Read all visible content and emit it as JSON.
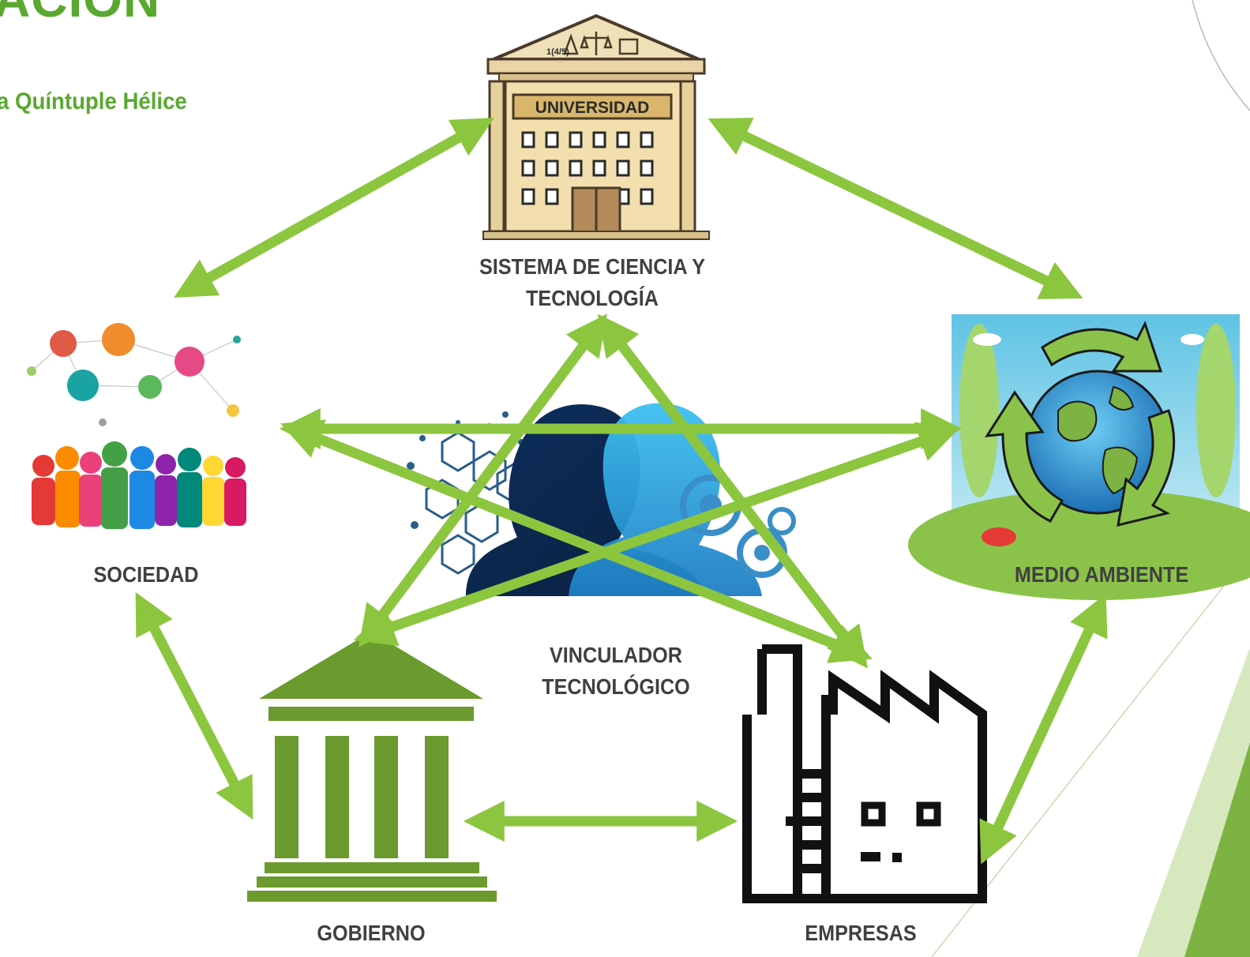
{
  "slide": {
    "title": "ACIÓN",
    "subtitle": "a Quíntuple Hélice"
  },
  "nodes": {
    "universidad": {
      "sign": "UNIVERSIDAD",
      "pediment_text": "1(4/5)",
      "label_line1": "SISTEMA DE CIENCIA Y",
      "label_line2": "TECNOLOGÍA"
    },
    "sociedad": {
      "label": "SOCIEDAD"
    },
    "medio_ambiente": {
      "label": "MEDIO AMBIENTE"
    },
    "vinculador": {
      "label_line1": "VINCULADOR",
      "label_line2": "TECNOLÓGICO"
    },
    "gobierno": {
      "label": "GOBIERNO"
    },
    "empresas": {
      "label": "EMPRESAS"
    }
  },
  "colors": {
    "arrow": "#8cc63f",
    "title": "#5aa830",
    "label": "#404040",
    "government_icon": "#6b9a2e",
    "corner_accent": "#7cb342"
  }
}
